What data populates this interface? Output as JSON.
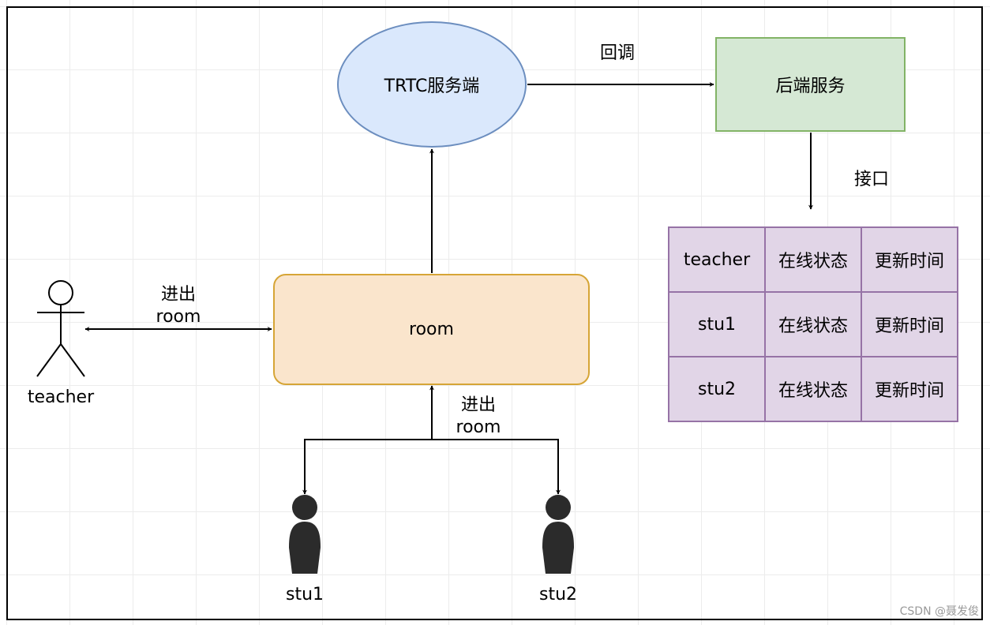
{
  "diagram": {
    "trtc_server": "TRTC服务端",
    "backend_service": "后端服务",
    "room": "room",
    "callback_label": "回调",
    "interface_label": "接口",
    "teacher_enter_exit_line1": "进出",
    "teacher_enter_exit_line2": "room",
    "students_enter_exit_line1": "进出",
    "students_enter_exit_line2": "room",
    "teacher_actor": "teacher",
    "student1": "stu1",
    "student2": "stu2",
    "status_table": {
      "rows": [
        [
          "teacher",
          "在线状态",
          "更新时间"
        ],
        [
          "stu1",
          "在线状态",
          "更新时间"
        ],
        [
          "stu2",
          "在线状态",
          "更新时间"
        ]
      ]
    }
  },
  "watermark": "CSDN @聂发俊",
  "colors": {
    "trtc_fill": "#dae8fc",
    "trtc_stroke": "#6c8ebf",
    "backend_fill": "#d5e8d4",
    "backend_stroke": "#82b366",
    "room_fill": "#fae5cc",
    "room_stroke": "#d6a536",
    "table_fill": "#e1d5e7",
    "table_stroke": "#9673a6",
    "student_figure": "#2b2b2b"
  }
}
